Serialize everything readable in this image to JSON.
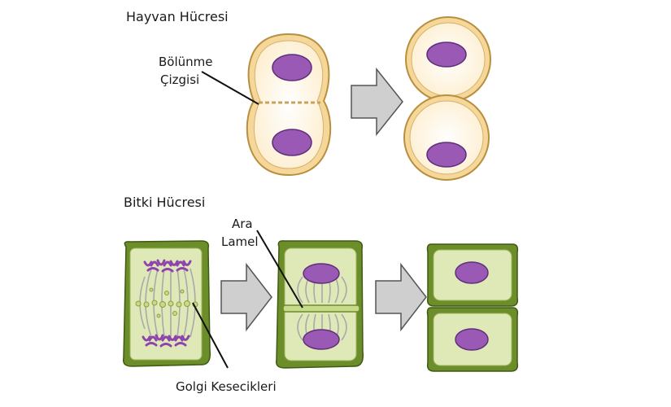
{
  "animal_section": {
    "title": "Hayvan Hücresi",
    "label_line1": "Bölünme",
    "label_line2": "Çizgisi"
  },
  "plant_section": {
    "title": "Bitki Hücresi",
    "label_top_line1": "Ara",
    "label_top_line2": "Lamel",
    "label_bottom": "Golgi Kesecikleri"
  },
  "colors": {
    "animal_membrane": "#e8b86b",
    "animal_cytoplasm": "#fff6e0",
    "nucleus": "#9b59b6",
    "plant_wall": "#6b8e2a",
    "plant_cytoplasm": "#dfe9b8",
    "arrow_fill": "#c8c8c8",
    "arrow_stroke": "#555555"
  }
}
